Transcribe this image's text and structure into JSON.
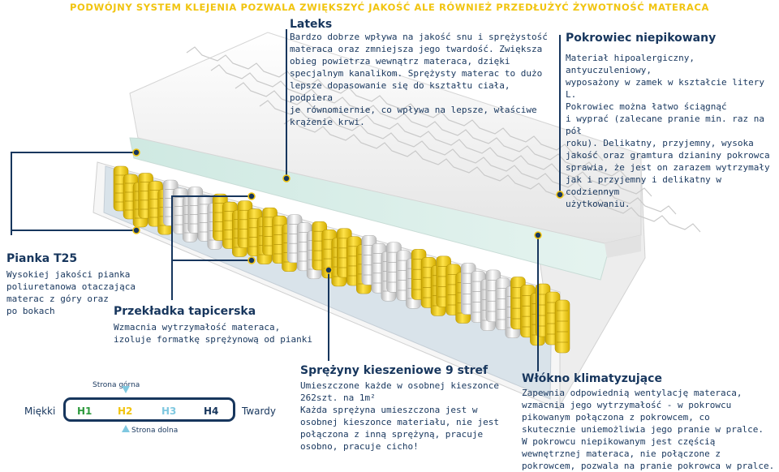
{
  "banner": "PODWÓJNY SYSTEM KLEJENIA POZWALA ZWIĘKSZYĆ JAKOŚĆ ALE RÓWNIEŻ PRZEDŁUŻYĆ ŻYWOTNOŚĆ MATERACA",
  "lateks": {
    "title": "Lateks",
    "text": "Bardzo dobrze wpływa na jakość snu i sprężystość\nmateraca oraz zmniejsza jego twardość. Zwiększa\nobieg powietrza wewnątrz materaca, dzięki\nspecjalnym kanalikom. Sprężysty materac to dużo\nlepsze dopasowanie się do kształtu ciała, podpiera\nje równomiernie, co wpływa na lepsze, właściwe\nkrążenie krwi."
  },
  "pokrowiec": {
    "title": "Pokrowiec niepikowany",
    "text": "Materiał hipoalergiczny, antyuczuleniowy,\nwyposażony w zamek w kształcie litery L.\nPokrowiec można łatwo ściągnąć\ni wyprać (zalecane pranie min. raz na pół\nroku). Delikatny, przyjemny, wysoka\njakość oraz gramtura dzianiny pokrowca\nsprawia, że jest on zarazem wytrzymały\njak i przyjemny i delikatny w codziennym\nużytkowaniu."
  },
  "pianka": {
    "title": "Pianka T25",
    "text": "Wysokiej jakości pianka\npoliuretanowa otaczająca\nmaterac z góry oraz\npo bokach"
  },
  "przekladka": {
    "title": "Przekładka tapicerska",
    "text": "Wzmacnia wytrzymałość materaca,\nizoluje formatkę sprężynową od pianki"
  },
  "sprezyny": {
    "title": "Sprężyny kieszeniowe 9 stref",
    "text": "Umieszczone każde w osobnej kieszonce\n262szt. na 1m²\nKażda sprężyna umieszczona jest w\nosobnej kieszonce materiału, nie jest\npołączona z inną sprężyną, pracuje\nosobno, pracuje cicho!"
  },
  "wlokno": {
    "title": "Włókno klimatyzujące",
    "text": "Zapewnia odpowiednią wentylację materaca,\nwzmacnia jego wytrzymałość - w pokrowcu\npikowanym połączona z pokrowcem, co\nskutecznie uniemożliwia jego pranie w pralce.\nW pokrowcu niepikowanym jest częścią\nwewnętrznej materaca, nie połączone z\npokrowcem, pozwala na pranie pokrowca w pralce."
  },
  "hardness": {
    "soft_label": "Miękki",
    "hard_label": "Twardy",
    "top_side_label": "Strona górna",
    "bottom_side_label": "Strona dolna",
    "levels": [
      "H1",
      "H2",
      "H3",
      "H4"
    ],
    "level_colors": [
      "#2e9a3e",
      "#f1c40f",
      "#7fc8e0",
      "#17365d"
    ]
  },
  "colors": {
    "navy": "#17365d",
    "yellow": "#f1c40f",
    "spring_yellow": "#f3d21a",
    "spring_white": "#e9e9e9"
  }
}
